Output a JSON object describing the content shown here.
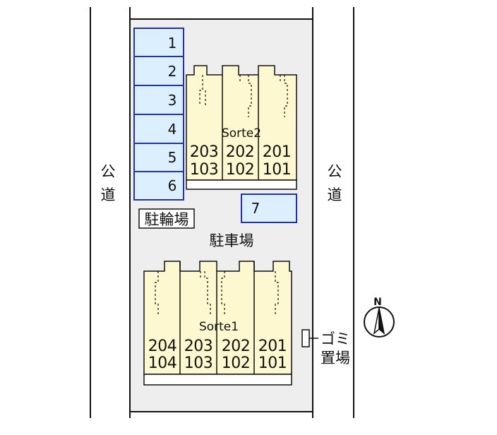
{
  "roads": {
    "left_label": "公\n道",
    "right_label": "公\n道"
  },
  "parking_lot_label": "駐車場",
  "bicycle_parking_label": "駐輪場",
  "garbage_label": "ゴミ\n置場",
  "compass_label": "N",
  "parking_spaces": [
    "1",
    "2",
    "3",
    "4",
    "5",
    "6",
    "7"
  ],
  "building_top": {
    "name": "Sorte2",
    "units": [
      {
        "upper": "203",
        "lower": "103"
      },
      {
        "upper": "202",
        "lower": "102"
      },
      {
        "upper": "201",
        "lower": "101"
      }
    ]
  },
  "building_bottom": {
    "name": "Sorte1",
    "units": [
      {
        "upper": "204",
        "lower": "104"
      },
      {
        "upper": "203",
        "lower": "103"
      },
      {
        "upper": "202",
        "lower": "102"
      },
      {
        "upper": "201",
        "lower": "101"
      }
    ]
  },
  "colors": {
    "lot_fill": "#eeeeee",
    "building_fill": "#fdf8d0",
    "parking_fill": "#dcefff",
    "parking_stroke": "#2233aa"
  }
}
